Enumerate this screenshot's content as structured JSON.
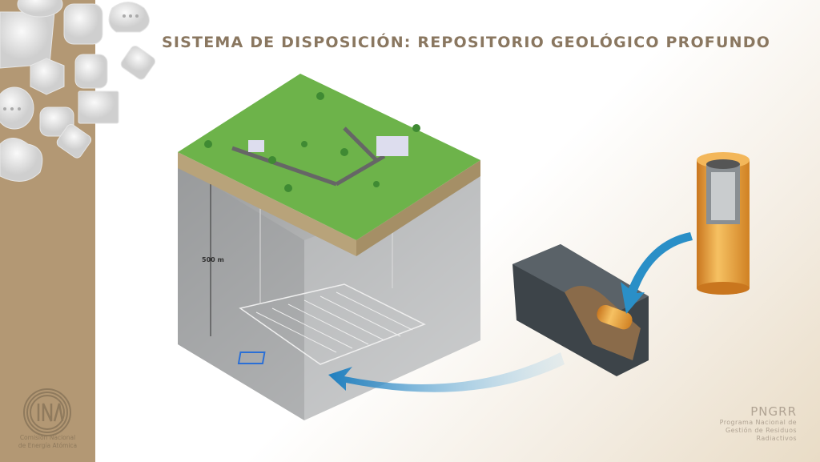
{
  "slide": {
    "title": "SISTEMA DE DISPOSICIÓN: REPOSITORIO GEOLÓGICO PROFUNDO",
    "depth_label": "500 m"
  },
  "branding": {
    "logo_letters": "CNEA",
    "org_line1": "Comisión Nacional",
    "org_line2": "de Energía Atómica",
    "program_acronym": "PNGRR",
    "program_line1": "Programa Nacional de",
    "program_line2": "Gestión de Residuos",
    "program_line3": "Radiactivos"
  },
  "colors": {
    "sidebar": "#b39874",
    "title": "#8a7760",
    "grass": "#6db34a",
    "arrow": "#2a8fc7",
    "canister": "#e8a03a"
  }
}
